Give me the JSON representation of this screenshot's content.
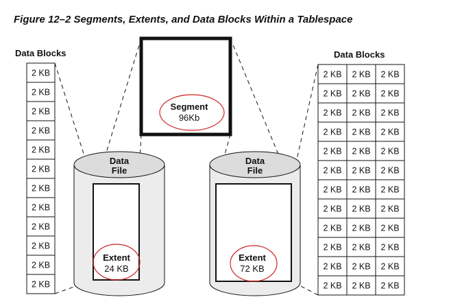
{
  "title": "Figure 12–2   Segments, Extents, and Data Blocks Within a Tablespace",
  "left_blocks": {
    "header": "Data Blocks",
    "cells": [
      "2 KB",
      "2 KB",
      "2 KB",
      "2 KB",
      "2 KB",
      "2 KB",
      "2 KB",
      "2 KB",
      "2 KB",
      "2 KB",
      "2 KB",
      "2 KB"
    ]
  },
  "segment": {
    "label": "Segment",
    "size": "96Kb"
  },
  "datafile_left": {
    "line1": "Data",
    "line2": "File",
    "extent_label": "Extent",
    "extent_size": "24 KB"
  },
  "datafile_right": {
    "line1": "Data",
    "line2": "File",
    "extent_label": "Extent",
    "extent_size": "72 KB"
  },
  "right_blocks": {
    "header": "Data Blocks",
    "rows": [
      [
        "2 KB",
        "2 KB",
        "2 KB"
      ],
      [
        "2 KB",
        "2 KB",
        "2 KB"
      ],
      [
        "2 KB",
        "2 KB",
        "2 KB"
      ],
      [
        "2 KB",
        "2 KB",
        "2 KB"
      ],
      [
        "2 KB",
        "2 KB",
        "2 KB"
      ],
      [
        "2 KB",
        "2 KB",
        "2 KB"
      ],
      [
        "2 KB",
        "2 KB",
        "2 KB"
      ],
      [
        "2 KB",
        "2 KB",
        "2 KB"
      ],
      [
        "2 KB",
        "2 KB",
        "2 KB"
      ],
      [
        "2 KB",
        "2 KB",
        "2 KB"
      ],
      [
        "2 KB",
        "2 KB",
        "2 KB"
      ],
      [
        "2 KB",
        "2 KB",
        "2 KB"
      ]
    ]
  },
  "colors": {
    "highlight_ellipse": "#cc2222",
    "cylinder_fill": "#e6e6e6",
    "line": "#111111"
  }
}
